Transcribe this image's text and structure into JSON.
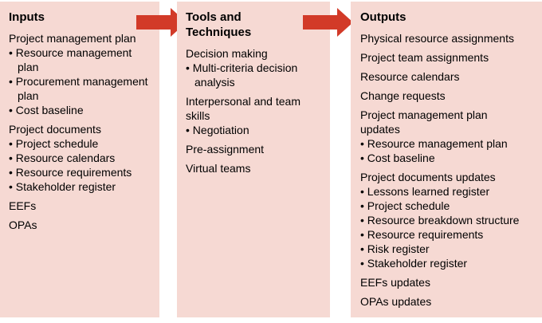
{
  "bullet_char": "•",
  "colors": {
    "panel_bg": "#f6d9d3",
    "arrow_red": "#d23a28",
    "text": "#000000",
    "page_bg": "#ffffff"
  },
  "columns": [
    {
      "title": "Inputs",
      "groups": [
        {
          "label": "Project management plan",
          "bullets": [
            "Resource management plan",
            "Procurement management plan",
            "Cost baseline"
          ]
        },
        {
          "label": "Project documents",
          "bullets": [
            "Project schedule",
            "Resource calendars",
            "Resource requirements",
            "Stakeholder register"
          ]
        },
        {
          "label": "EEFs",
          "bullets": []
        },
        {
          "label": "OPAs",
          "bullets": []
        }
      ]
    },
    {
      "title": "Tools and Techniques",
      "groups": [
        {
          "label": "Decision making",
          "bullets": [
            "Multi-criteria decision analysis"
          ]
        },
        {
          "label": "Interpersonal and team skills",
          "bullets": [
            "Negotiation"
          ]
        },
        {
          "label": "Pre-assignment",
          "bullets": []
        },
        {
          "label": "Virtual teams",
          "bullets": []
        }
      ]
    },
    {
      "title": "Outputs",
      "groups": [
        {
          "label": "Physical resource assignments",
          "bullets": []
        },
        {
          "label": "Project team assignments",
          "bullets": []
        },
        {
          "label": "Resource calendars",
          "bullets": []
        },
        {
          "label": "Change requests",
          "bullets": []
        },
        {
          "label": "Project management plan updates",
          "bullets": [
            "Resource management plan",
            "Cost baseline"
          ]
        },
        {
          "label": "Project documents updates",
          "bullets": [
            "Lessons learned register",
            "Project schedule",
            "Resource breakdown structure",
            "Resource requirements",
            "Risk register",
            "Stakeholder register"
          ]
        },
        {
          "label": "EEFs updates",
          "bullets": []
        },
        {
          "label": "OPAs updates",
          "bullets": []
        }
      ]
    }
  ]
}
